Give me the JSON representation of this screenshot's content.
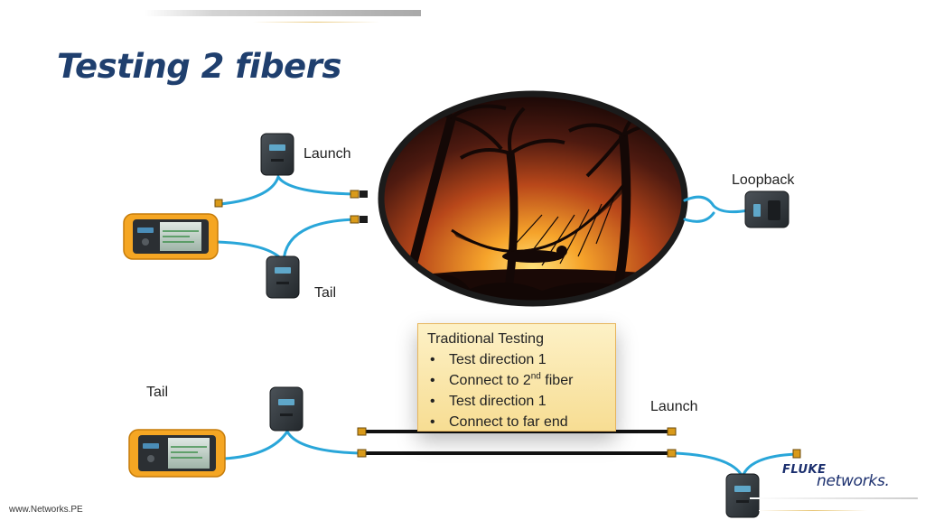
{
  "slide": {
    "title": "Testing 2 fibers",
    "footer": "www.Networks.PE"
  },
  "labels": {
    "launch_top": "Launch",
    "tail_top": "Tail",
    "loopback": "Loopback",
    "tail_bottom": "Tail",
    "launch_bottom": "Launch"
  },
  "callout": {
    "title": "Traditional Testing",
    "items": [
      {
        "text": "Test direction 1"
      },
      {
        "text": "Connect to 2",
        "sup": "nd",
        "after": " fiber"
      },
      {
        "text": "Test direction 1"
      },
      {
        "text": "Connect to far end"
      }
    ]
  },
  "logo": {
    "line1": "FLUKE",
    "line2": "networks."
  },
  "colors": {
    "title": "#1f3f6e",
    "cable": "#29a6d9",
    "fiber": "#111111",
    "connector": "#d99a1a",
    "tester_body": "#f5a623",
    "callout_bg": "#f9e4a4",
    "logo": "#1b2f6e"
  },
  "icons": [
    "fiber-tester-icon",
    "launch-box-icon",
    "tail-box-icon",
    "loopback-box-icon",
    "fiber-spool-photo",
    "fiber-connector-icon"
  ]
}
